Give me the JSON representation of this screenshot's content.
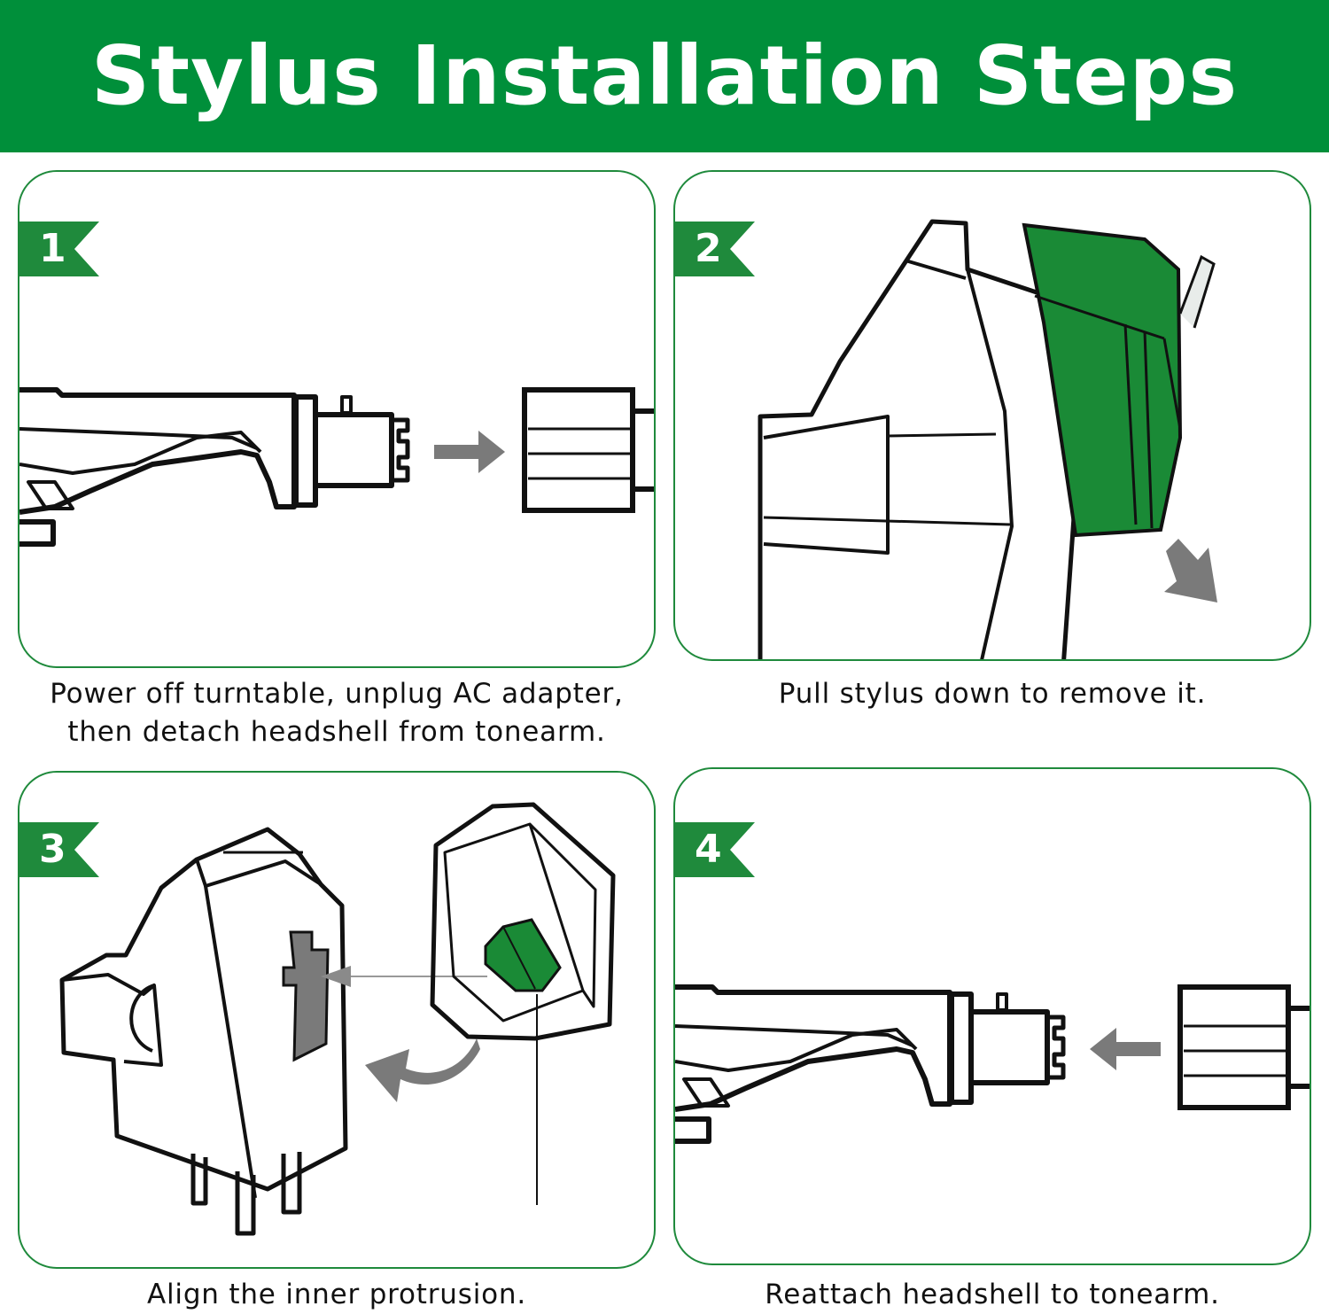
{
  "title": "Stylus Installation Steps",
  "colors": {
    "brand_green": "#008f3a",
    "stylus_green": "#1a8a36",
    "arrow_gray": "#7a7a7a",
    "outline": "#111111"
  },
  "steps": [
    {
      "number": "1",
      "caption_line1": "Power off turntable, unplug AC adapter,",
      "caption_line2": "then detach headshell from tonearm."
    },
    {
      "number": "2",
      "caption_line1": "Pull stylus down to remove it.",
      "caption_line2": ""
    },
    {
      "number": "3",
      "caption_line1": "Align the inner protrusion.",
      "caption_line2": ""
    },
    {
      "number": "4",
      "caption_line1": "Reattach headshell to tonearm.",
      "caption_line2": ""
    }
  ]
}
